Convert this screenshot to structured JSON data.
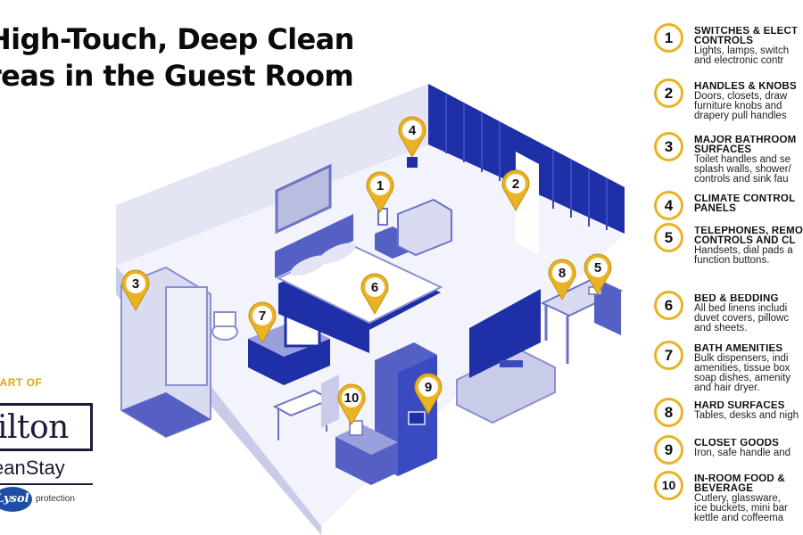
{
  "title": {
    "line1": "High-Touch, Deep Clean",
    "line2": "reas in the Guest Room"
  },
  "branding": {
    "part_of": "PART OF",
    "hilton": "ilton",
    "cleanstay": "eanStay",
    "lysol": "Lysol",
    "protection": "protection"
  },
  "colors": {
    "accent": "#e9b324",
    "room_blue": "#1f2fa8",
    "light_blue": "#b9bde0"
  },
  "pins": [
    {
      "num": "1",
      "icon": "map-pin-icon"
    },
    {
      "num": "2",
      "icon": "map-pin-icon"
    },
    {
      "num": "3",
      "icon": "map-pin-icon"
    },
    {
      "num": "4",
      "icon": "map-pin-icon"
    },
    {
      "num": "5",
      "icon": "map-pin-icon"
    },
    {
      "num": "6",
      "icon": "map-pin-icon"
    },
    {
      "num": "7",
      "icon": "map-pin-icon"
    },
    {
      "num": "8",
      "icon": "map-pin-icon"
    },
    {
      "num": "9",
      "icon": "map-pin-icon"
    },
    {
      "num": "10",
      "icon": "map-pin-icon"
    }
  ],
  "legend": [
    {
      "num": "1",
      "title": [
        "SWITCHES & ELECT",
        "CONTROLS"
      ],
      "desc": [
        "Lights, lamps, switch",
        "and electronic contr"
      ]
    },
    {
      "num": "2",
      "title": [
        "HANDLES & KNOBS"
      ],
      "desc": [
        "Doors, closets, draw",
        "furniture knobs and",
        "drapery pull handles"
      ]
    },
    {
      "num": "3",
      "title": [
        "MAJOR BATHROOM",
        "SURFACES"
      ],
      "desc": [
        "Toilet handles and se",
        "splash walls, shower/",
        "controls and sink fau"
      ]
    },
    {
      "num": "4",
      "title": [
        "CLIMATE CONTROL",
        "PANELS"
      ],
      "desc": []
    },
    {
      "num": "5",
      "title": [
        "TELEPHONES, REMO",
        "CONTROLS AND CL"
      ],
      "desc": [
        "Handsets, dial pads a",
        "function buttons."
      ]
    },
    {
      "num": "6",
      "title": [
        "BED & BEDDING"
      ],
      "desc": [
        "All bed linens includi",
        "duvet covers, pillowc",
        "and sheets."
      ]
    },
    {
      "num": "7",
      "title": [
        "BATH AMENITIES"
      ],
      "desc": [
        "Bulk dispensers, indi",
        "amenities, tissue box",
        "soap dishes, amenity",
        "and hair dryer."
      ]
    },
    {
      "num": "8",
      "title": [
        "HARD SURFACES"
      ],
      "desc": [
        "Tables, desks and nigh"
      ]
    },
    {
      "num": "9",
      "title": [
        "CLOSET GOODS"
      ],
      "desc": [
        "Iron, safe handle and"
      ]
    },
    {
      "num": "10",
      "title": [
        "IN-ROOM FOOD &",
        "BEVERAGE"
      ],
      "desc": [
        "Cutlery, glassware,",
        "ice buckets, mini bar",
        "kettle and coffeema"
      ]
    }
  ]
}
